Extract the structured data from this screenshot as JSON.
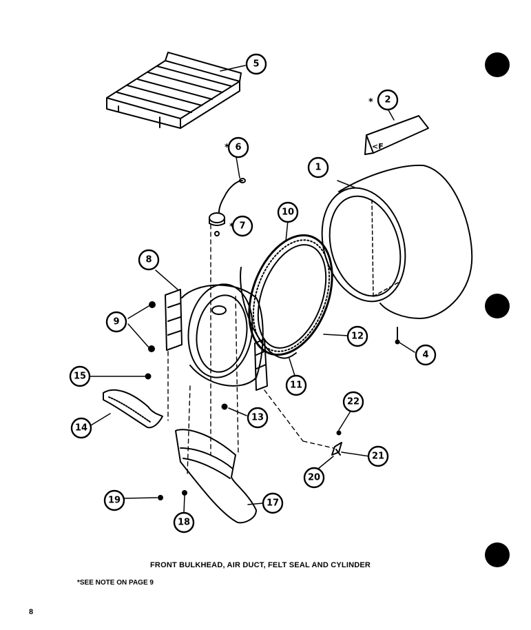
{
  "caption": {
    "title": "FRONT BULKHEAD, AIR DUCT, FELT SEAL AND CYLINDER",
    "note": "*SEE NOTE ON PAGE 9"
  },
  "page_number": "8",
  "callouts": [
    {
      "id": "1",
      "label": "1"
    },
    {
      "id": "2",
      "label": "2",
      "asterisk": "*"
    },
    {
      "id": "4",
      "label": "4"
    },
    {
      "id": "5",
      "label": "5"
    },
    {
      "id": "6",
      "label": "6",
      "asterisk": "*"
    },
    {
      "id": "7",
      "label": "7",
      "asterisk": "*"
    },
    {
      "id": "8",
      "label": "8"
    },
    {
      "id": "9",
      "label": "9"
    },
    {
      "id": "10",
      "label": "10"
    },
    {
      "id": "11",
      "label": "11"
    },
    {
      "id": "12",
      "label": "12"
    },
    {
      "id": "13",
      "label": "13"
    },
    {
      "id": "14",
      "label": "14"
    },
    {
      "id": "15",
      "label": "15"
    },
    {
      "id": "17",
      "label": "17"
    },
    {
      "id": "18",
      "label": "18"
    },
    {
      "id": "19",
      "label": "19"
    },
    {
      "id": "20",
      "label": "20"
    },
    {
      "id": "21",
      "label": "21"
    },
    {
      "id": "22",
      "label": "22"
    }
  ],
  "label_on_part_2": "<F"
}
